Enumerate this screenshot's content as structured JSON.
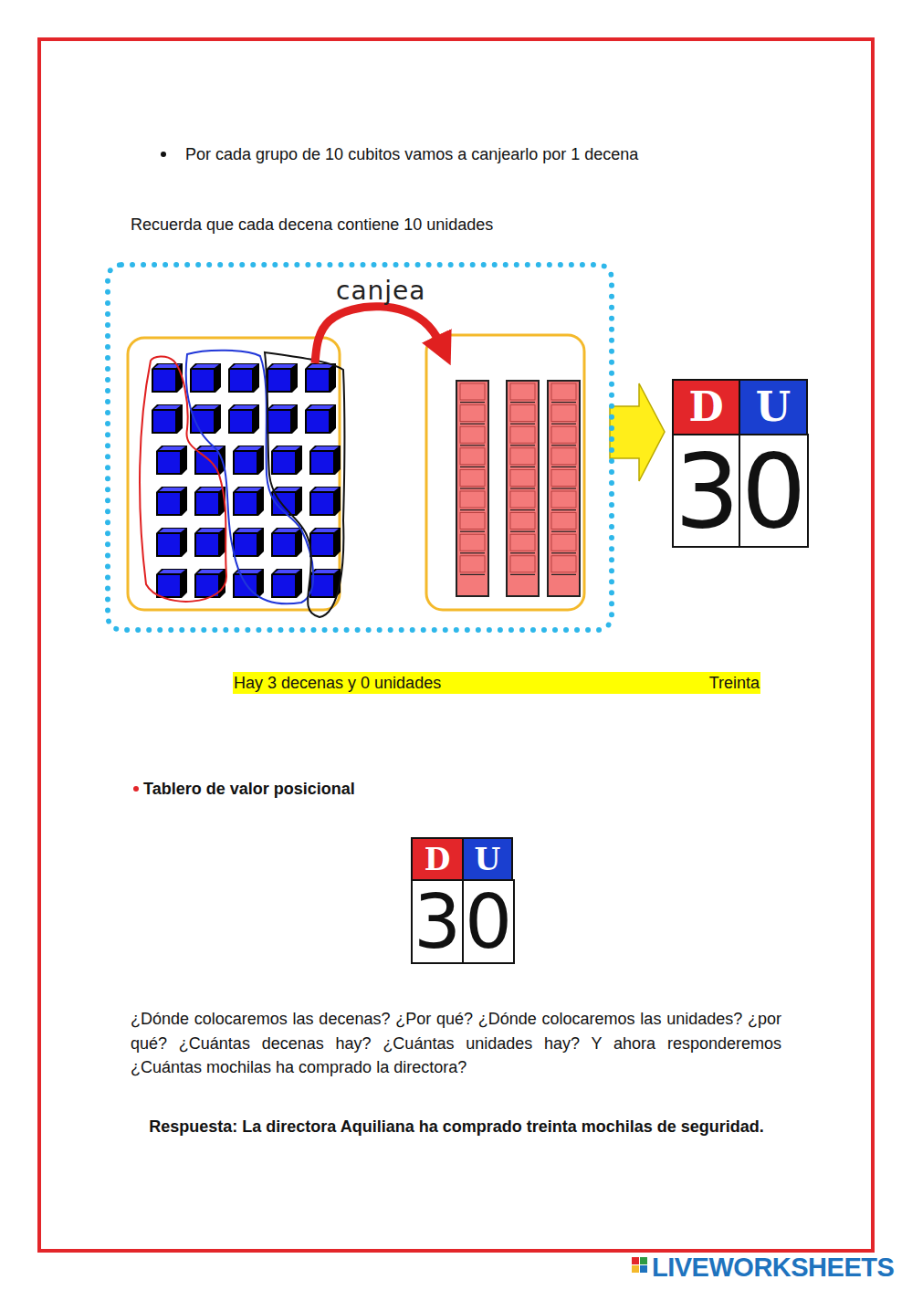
{
  "diagram": {
    "nodes": [
      {
        "text": [
          "canjea"
        ]
      },
      {
        "text": [
          "D"
        ]
      },
      {
        "text": [
          "U"
        ]
      },
      {
        "text": [
          "3"
        ]
      },
      {
        "text": [
          "0"
        ]
      },
      {
        "text": [
          "Hay 3 decenas y 0 unidades",
          "Treinta"
        ]
      },
      {
        "text": [
          "D"
        ]
      },
      {
        "text": [
          "U"
        ]
      },
      {
        "text": [
          "3"
        ]
      },
      {
        "text": [
          "0"
        ]
      }
    ],
    "labels": [
      "Por cada grupo de 10 cubitos vamos a canjearlo por 1 decena",
      "Recuerda que cada decena contiene 10 unidades",
      "Tablero de valor posicional",
      "¿Dónde colocaremos las decenas? ¿Por qué? ¿Dónde colocaremos las unidades? ¿por qué? ¿Cuántas decenas hay? ¿Cuántas unidades hay? Y ahora responderemos ¿Cuántas mochilas ha comprado la directora?",
      "Respuesta:  La directora Aquiliana ha comprado treinta mochilas de seguridad.",
      "LIVEWORKSHEETS"
    ]
  }
}
